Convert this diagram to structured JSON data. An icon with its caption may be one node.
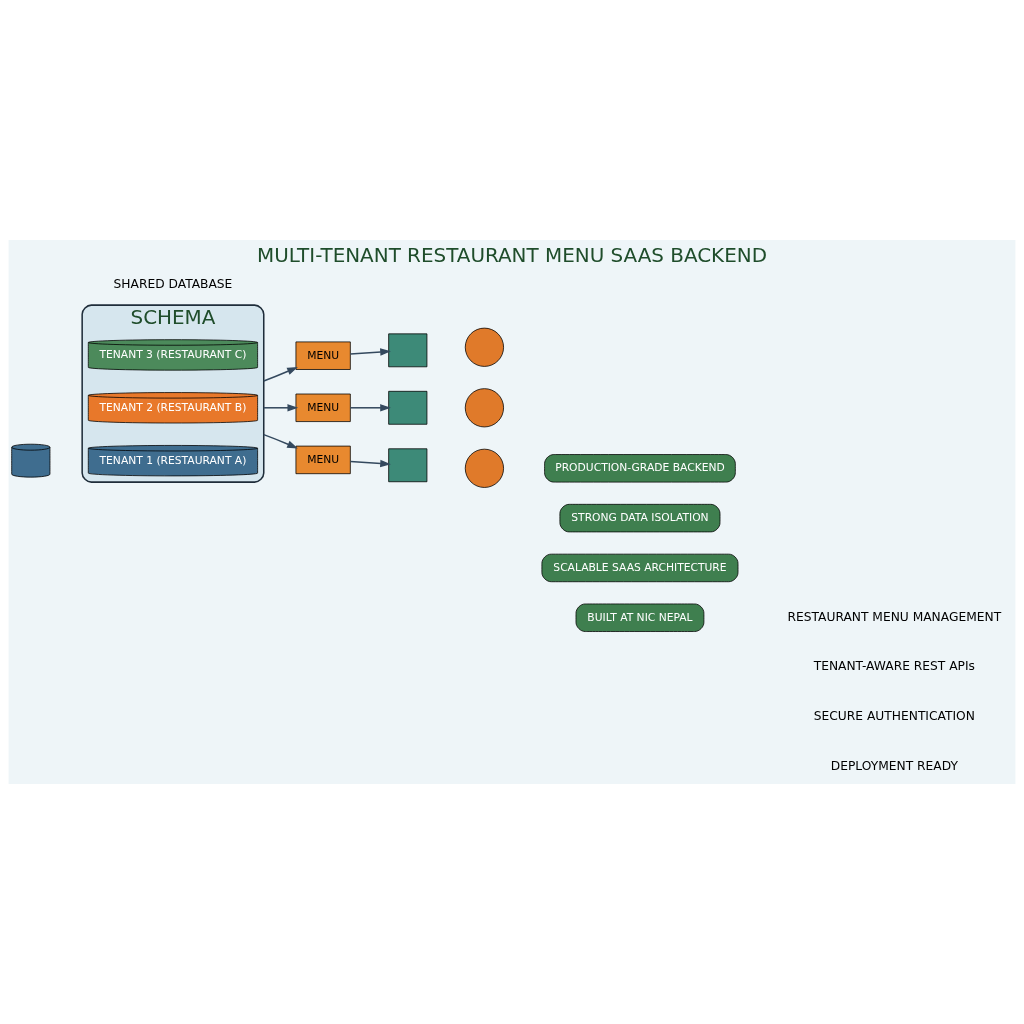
{
  "diagram": {
    "title": "MULTI-TENANT RESTAURANT MENU SAAS BACKEND",
    "nodes": [
      {
        "text": [],
        "shape": "cylinder"
      },
      {
        "text": [
          "SCHEMA"
        ],
        "beside": [
          "SHARED DATABASE"
        ]
      },
      {
        "text": [
          "TENANT 1 (RESTAURANT A)"
        ],
        "in": 1
      },
      {
        "text": [
          "TENANT 2 (RESTAURANT B)"
        ],
        "in": 1
      },
      {
        "text": [
          "TENANT 3 (RESTAURANT C)"
        ],
        "in": 1
      },
      {
        "text": [
          "MENU"
        ]
      },
      {
        "text": [],
        "shape": "box"
      },
      {
        "text": [],
        "shape": "circle"
      },
      {
        "text": [
          "MENU"
        ]
      },
      {
        "text": [],
        "shape": "box"
      },
      {
        "text": [],
        "shape": "circle"
      },
      {
        "text": [
          "MENU"
        ]
      },
      {
        "text": [],
        "shape": "box"
      },
      {
        "text": [],
        "shape": "circle"
      },
      {
        "text": [
          "PRODUCTION-GRADE BACKEND"
        ]
      },
      {
        "text": [
          "STRONG DATA ISOLATION"
        ]
      },
      {
        "text": [
          "SCALABLE SAAS ARCHITECTURE"
        ]
      },
      {
        "text": [
          "BUILT AT NIC NEPAL"
        ]
      }
    ],
    "edges": [
      {
        "from": 1,
        "to": 5,
        "arrow": "to"
      },
      {
        "from": 1,
        "to": 8,
        "arrow": "to"
      },
      {
        "from": 1,
        "to": 11,
        "arrow": "to"
      },
      {
        "from": 5,
        "to": 6,
        "arrow": "to"
      },
      {
        "from": 8,
        "to": 9,
        "arrow": "to"
      },
      {
        "from": 11,
        "to": 12,
        "arrow": "to"
      }
    ],
    "labels": [
      "RESTAURANT MENU MANAGEMENT",
      "TENANT-AWARE REST APIs",
      "SECURE AUTHENTICATION",
      "DEPLOYMENT READY"
    ]
  }
}
